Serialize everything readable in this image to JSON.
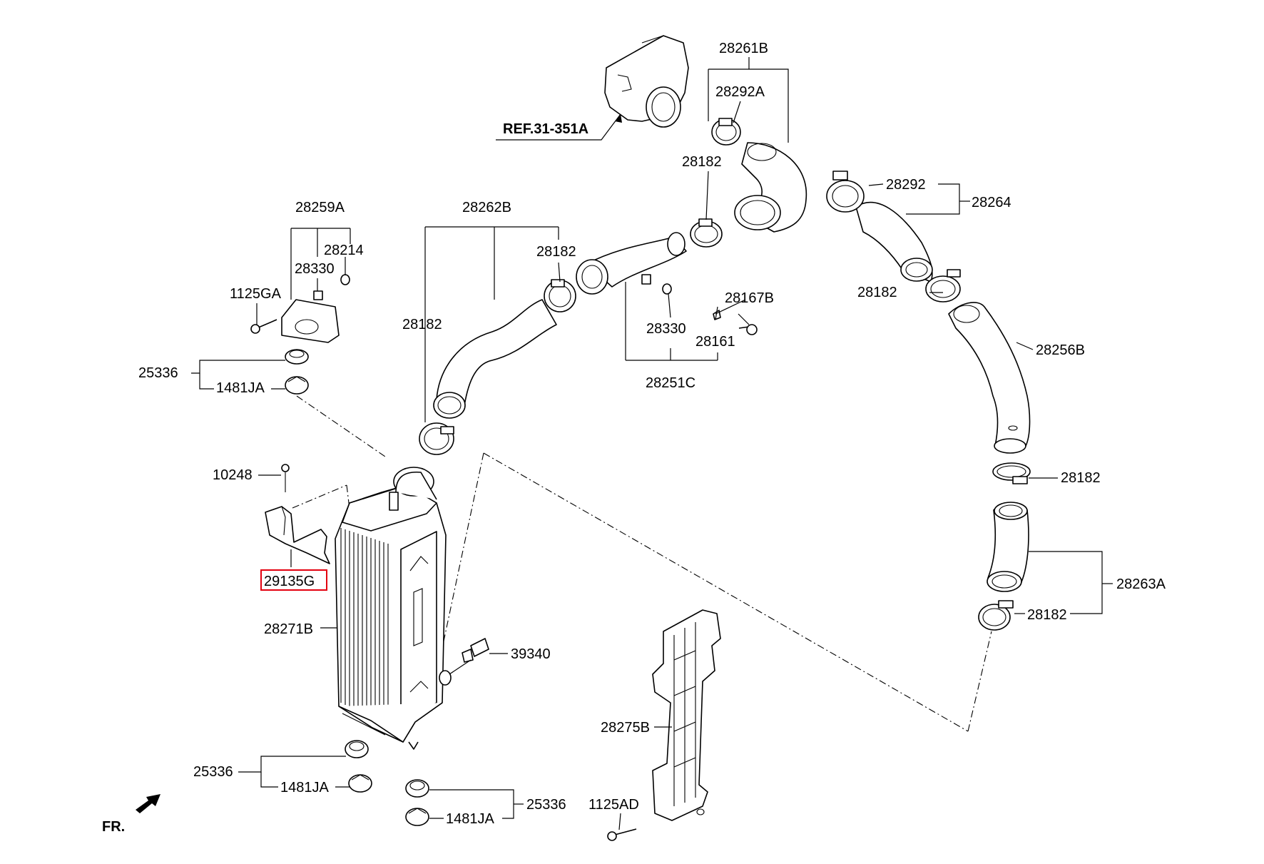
{
  "diagram": {
    "highlight_color": "#e3000f",
    "labels": {
      "p28261B": "28261B",
      "p28292A": "28292A",
      "ref": "REF.31-351A",
      "p28182_top": "28182",
      "p28292": "28292",
      "p28264": "28264",
      "p28259A": "28259A",
      "p28214": "28214",
      "p28262B": "28262B",
      "p28182_mid": "28182",
      "p28330_left": "28330",
      "p1125GA": "1125GA",
      "p28182_right1": "28182",
      "p28167B": "28167B",
      "p28330_mid": "28330",
      "p28182_left": "28182",
      "p28161": "28161",
      "p28256B": "28256B",
      "p25336_top": "25336",
      "p1481JA_top": "1481JA",
      "p28251C": "28251C",
      "p10248": "10248",
      "p28182_right2": "28182",
      "p29135G": "29135G",
      "p28263A": "28263A",
      "p28182_right3": "28182",
      "p28271B": "28271B",
      "p39340": "39340",
      "p28275B": "28275B",
      "p25336_bl": "25336",
      "p1481JA_bl": "1481JA",
      "p25336_br": "25336",
      "p1125AD": "1125AD",
      "p1481JA_br": "1481JA",
      "fr": "FR."
    }
  }
}
